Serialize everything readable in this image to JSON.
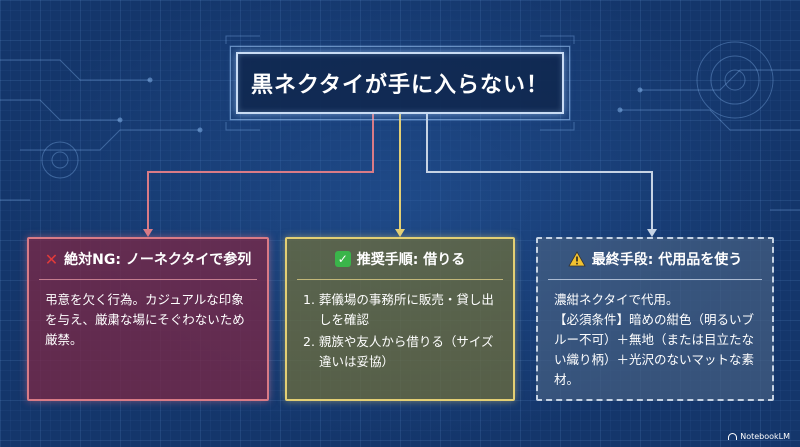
{
  "title": "黒ネクタイが手に入らない！",
  "cards": [
    {
      "icon": "cross-mark-icon",
      "heading": "絶対NG: ノーネクタイで参列",
      "body": "弔意を欠く行為。カジュアルな印象を与え、厳粛な場にそぐわないため厳禁。",
      "color": "#d97b86"
    },
    {
      "icon": "check-mark-icon",
      "heading": "推奨手順: 借りる",
      "items": [
        "1. 葬儀場の事務所に販売・貸し出しを確認",
        "2. 親族や友人から借りる（サイズ違いは妥協）"
      ],
      "color": "#e3cf74"
    },
    {
      "icon": "warning-icon",
      "heading": "最終手段: 代用品を使う",
      "body_line1": "濃紺ネクタイで代用。",
      "body_line2": "【必須条件】暗めの紺色（明るいブルー不可）＋無地（または目立たない織り柄）＋光沢のないマットな素材。",
      "color": "#c6d3e4"
    }
  ],
  "brand": "NotebookLM"
}
